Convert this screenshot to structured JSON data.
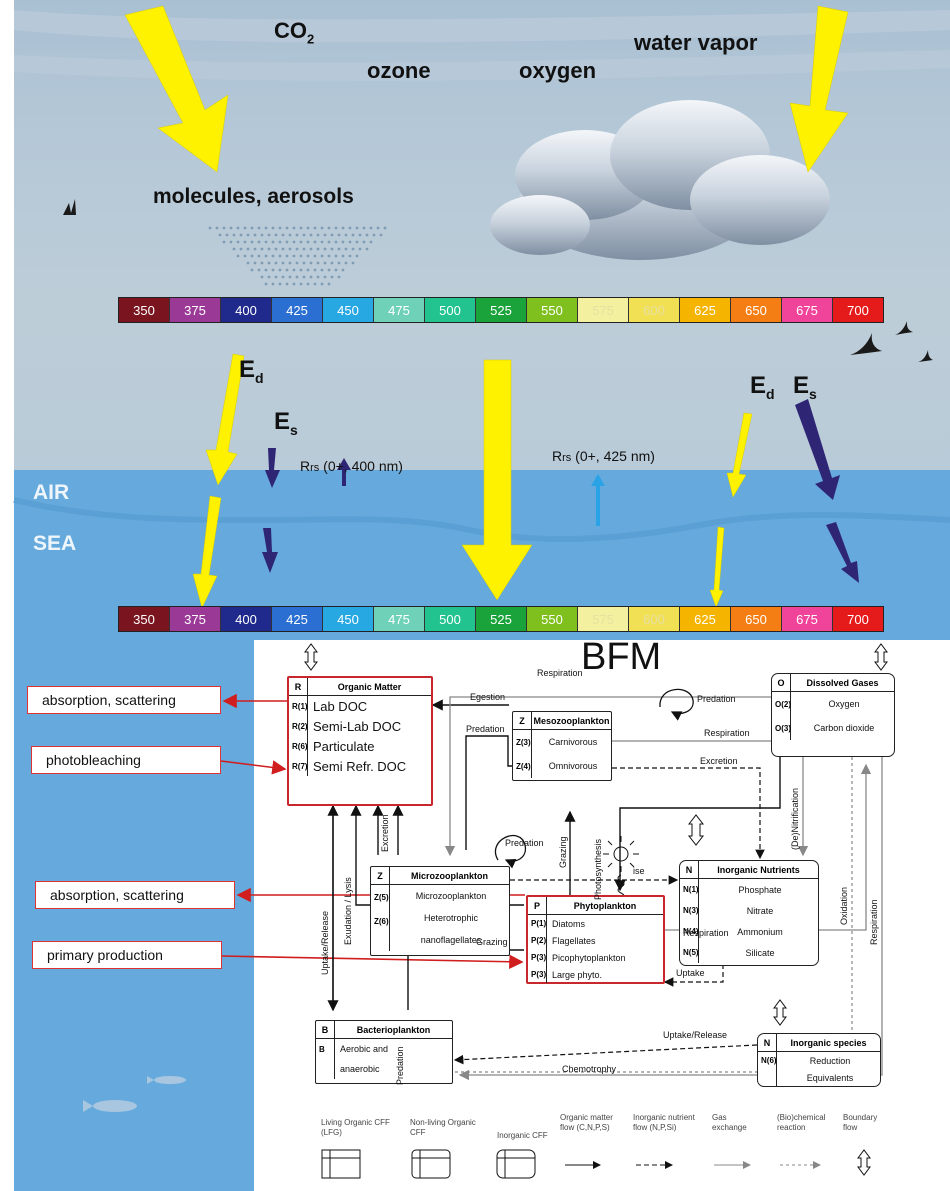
{
  "atmosphere": {
    "gases": {
      "co2_main": "CO",
      "co2_sub": "2",
      "ozone": "ozone",
      "oxygen": "oxygen",
      "water_vapor": "water vapor"
    },
    "molecules_aerosols": "molecules, aerosols",
    "air_label": "AIR",
    "sea_label": "SEA"
  },
  "spectrum": {
    "wavelengths": [
      "350",
      "375",
      "400",
      "425",
      "450",
      "475",
      "500",
      "525",
      "550",
      "575",
      "600",
      "625",
      "650",
      "675",
      "700"
    ],
    "colors": [
      "#7a1520",
      "#9b3a96",
      "#1f2a8c",
      "#2a6fd1",
      "#28a8e2",
      "#6fd2b8",
      "#22c38e",
      "#1aa33b",
      "#7fc01e",
      "#f3f0a0",
      "#f1df54",
      "#f5b400",
      "#f57e14",
      "#f0439a",
      "#e51a1a"
    ],
    "text_dark_indices": [
      9,
      10
    ]
  },
  "irradiance": {
    "ed_main": "E",
    "ed_sub": "d",
    "es_main": "E",
    "es_sub": "s",
    "rrs_main": "R",
    "rrs_sub": "rs",
    "rrs_400": " (0+, 400 nm)",
    "rrs_425": " (0+, 425 nm)"
  },
  "processes": {
    "absorption_scattering_1": "absorption, scattering",
    "photobleaching": "photobleaching",
    "absorption_scattering_2": "absorption, scattering",
    "primary_production": "primary production"
  },
  "bfm": {
    "title": "BFM",
    "organic_matter": {
      "key": "R",
      "title": "Organic Matter",
      "symbols": [
        "R(1)",
        "R(2)",
        "R(6)",
        "R(7)"
      ],
      "items": [
        "Lab DOC",
        "Semi-Lab DOC",
        "Particulate",
        "Semi Refr. DOC"
      ]
    },
    "dissolved_gases": {
      "key": "O",
      "title": "Dissolved Gases",
      "symbols": [
        "O(2)",
        "O(3)"
      ],
      "items": [
        "Oxygen",
        "Carbon dioxide"
      ]
    },
    "mesozooplankton": {
      "key": "Z",
      "title": "Mesozooplankton",
      "symbols": [
        "Z(3)",
        "Z(4)"
      ],
      "items": [
        "Carnivorous",
        "Omnivorous"
      ]
    },
    "microzooplankton": {
      "key": "Z",
      "title": "Microzooplankton",
      "symbols": [
        "Z(5)",
        "Z(6)"
      ],
      "items": [
        "Microzooplankton",
        "Heterotrophic",
        "nanoflagellates"
      ]
    },
    "inorganic_nutrients": {
      "key": "N",
      "title": "Inorganic Nutrients",
      "symbols": [
        "N(1)",
        "N(3)",
        "N(4)",
        "N(5)"
      ],
      "items": [
        "Phosphate",
        "Nitrate",
        "Ammonium",
        "Silicate"
      ]
    },
    "phytoplankton": {
      "key": "P",
      "title": "Phytoplankton",
      "symbols": [
        "P(1)",
        "P(2)",
        "P(3)",
        "P(3)"
      ],
      "items": [
        "Diatoms",
        "Flagellates",
        "Picophytoplankton",
        "Large phyto."
      ]
    },
    "bacterioplankton": {
      "key": "B",
      "title": "Bacterioplankton",
      "symbols": [
        "B"
      ],
      "items": [
        "Aerobic and",
        "anaerobic"
      ]
    },
    "inorganic_species": {
      "key": "N",
      "title": "Inorganic species",
      "symbols": [
        "N(6)"
      ],
      "items": [
        "Reduction",
        "Equivalents"
      ]
    },
    "flows": {
      "respiration_top": "Respiration",
      "predation_meso": "Predation",
      "egestion": "Egestion",
      "respiration_meso": "Respiration",
      "predation_micro_meso": "Predation",
      "excretion_meso": "Excretion",
      "predation_micro": "Predation",
      "excretion_micro": "Excretion",
      "uptake_release_left": "Uptake/Release",
      "exudation_lysis": "Exudation / Lysis",
      "grazing_vertical": "Grazing",
      "photosynthesis": "Photosynthesis",
      "denitrification": "(De)Nitrification",
      "oxidation": "Oxidation",
      "respiration_right": "Respiration",
      "use": "ise",
      "respiration_phyto": "Respiration",
      "grazing_phyto": "Grazing",
      "predation_bact": "Predation",
      "uptake": "Uptake",
      "uptake_release_bottom": "Uptake/Release",
      "chemotrophy": "Chemotrophy"
    },
    "legend": {
      "living": "Living Organic CFF (LFG)",
      "nonliving": "Non-living Organic CFF",
      "inorganic": "Inorganic CFF",
      "om_flow": "Organic matter flow (C,N,P,S)",
      "in_flow": "Inorganic nutrient flow (N,P,Si)",
      "gas": "Gas exchange",
      "bio": "(Bio)chemical reaction",
      "boundary": "Boundary flow"
    }
  }
}
